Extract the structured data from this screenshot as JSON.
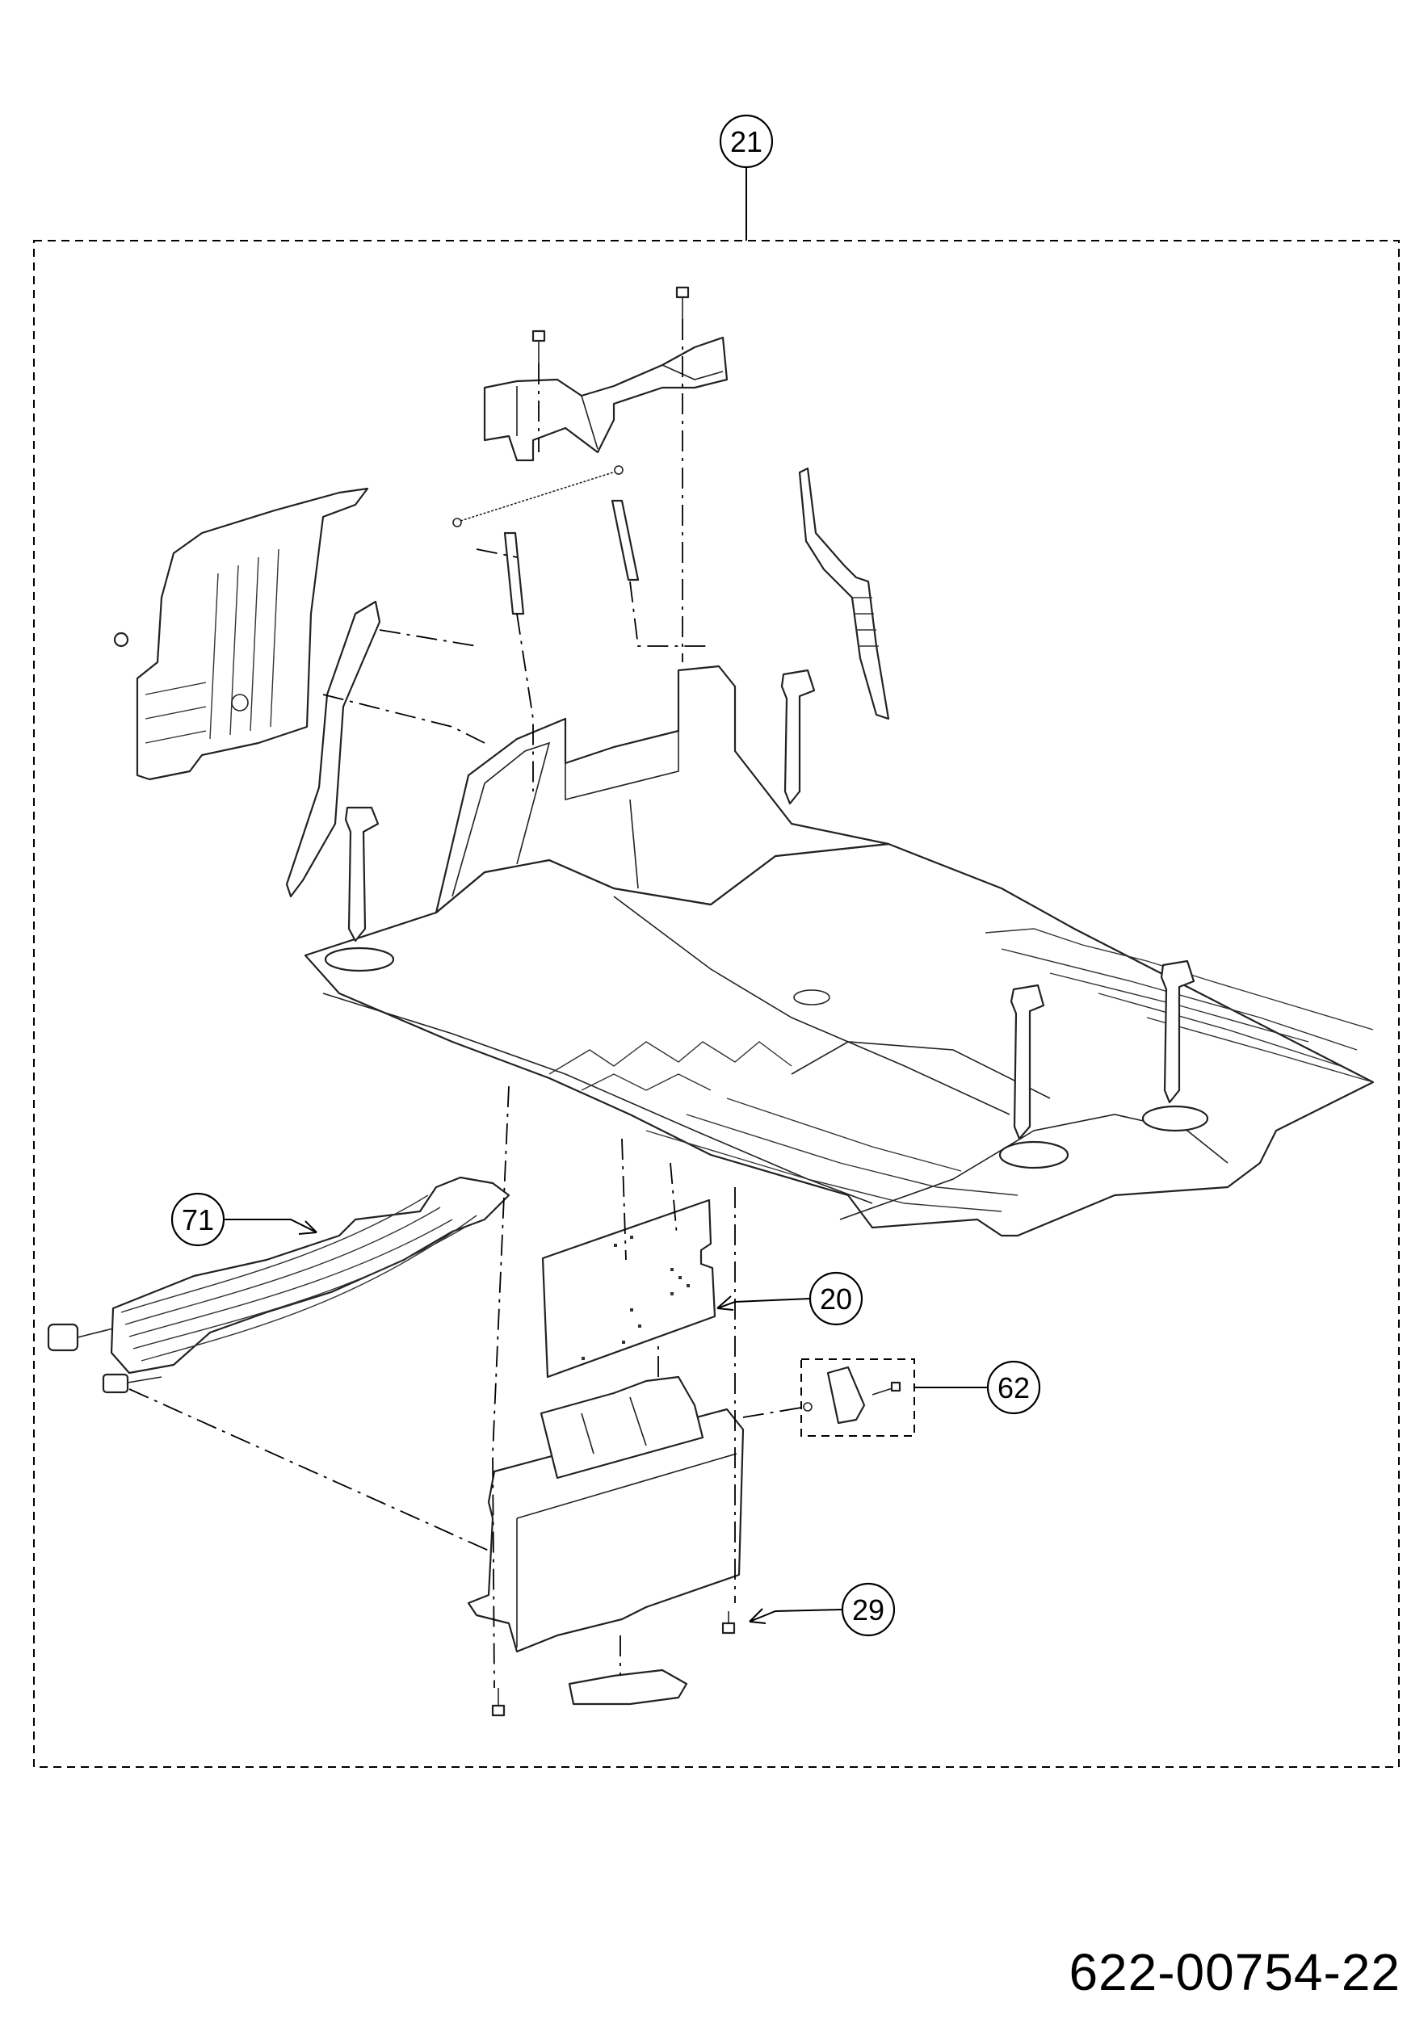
{
  "drawing_number": "622-00754-22",
  "callouts": [
    {
      "id": "c21",
      "label": "21"
    },
    {
      "id": "c71",
      "label": "71"
    },
    {
      "id": "c20",
      "label": "20"
    },
    {
      "id": "c62",
      "label": "62"
    },
    {
      "id": "c29",
      "label": "29"
    }
  ]
}
